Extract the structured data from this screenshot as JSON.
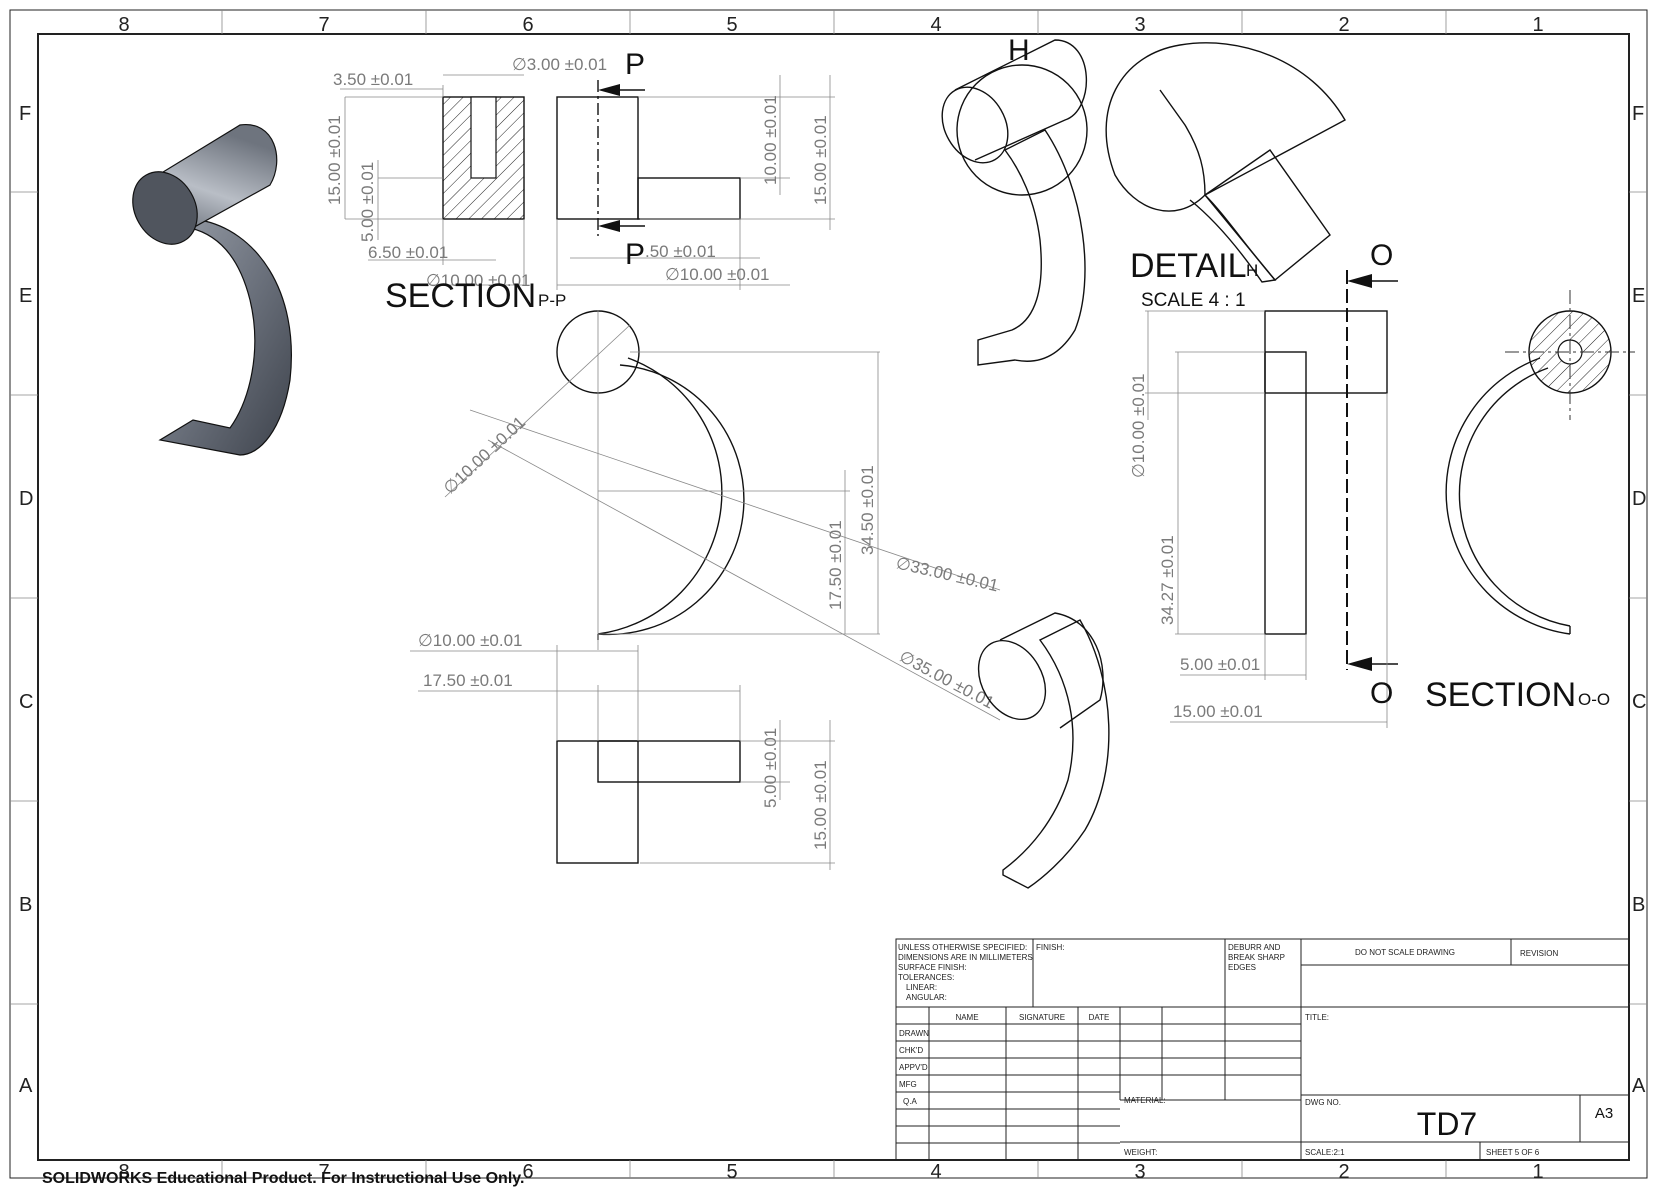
{
  "zones": {
    "columns": [
      "8",
      "7",
      "6",
      "5",
      "4",
      "3",
      "2",
      "1"
    ],
    "rows": [
      "F",
      "E",
      "D",
      "C",
      "B",
      "A"
    ]
  },
  "labels": {
    "section_pp": "SECTION",
    "section_pp_sub": "P-P",
    "detail_h": "DETAIL",
    "detail_h_sub": "H",
    "detail_scale": "SCALE 4 : 1",
    "section_oo": "SECTION",
    "section_oo_sub": "O-O",
    "mark_p": "P",
    "mark_o": "O",
    "mark_h": "H"
  },
  "dimensions": {
    "d1": "3.50 ±0.01",
    "d2": "∅3.00 ±0.01",
    "d3": "15.00 ±0.01",
    "d4": "5.00 ±0.01",
    "d5": "6.50 ±0.01",
    "d6": "∅10.00 ±0.01",
    "d7": "10.00 ±0.01",
    "d8": "15.00 ±0.01",
    "d9": ".50 ±0.01",
    "d10": "∅10.00 ±0.01",
    "d11": "∅10.00 ±0.01",
    "d12": "34.50 ±0.01",
    "d13": "17.50 ±0.01",
    "d14": "∅33.00 ±0.01",
    "d15": "∅35.00 ±0.01",
    "d16": "∅10.00 ±0.01",
    "d17": "17.50 ±0.01",
    "d18": "5.00 ±0.01",
    "d19": "15.00 ±0.01",
    "d20": "∅10.00 ±0.01",
    "d21": "34.27 ±0.01",
    "d22": "5.00 ±0.01",
    "d23": "15.00 ±0.01"
  },
  "title_block": {
    "notes": [
      "UNLESS OTHERWISE SPECIFIED:",
      "DIMENSIONS ARE IN MILLIMETERS",
      "SURFACE FINISH:",
      "TOLERANCES:",
      "LINEAR:",
      "ANGULAR:"
    ],
    "finish": "FINISH:",
    "deburr": [
      "DEBURR AND",
      "BREAK SHARP",
      "EDGES"
    ],
    "do_not_scale": "DO NOT SCALE DRAWING",
    "revision": "REVISION",
    "col_name": "NAME",
    "col_signature": "SIGNATURE",
    "col_date": "DATE",
    "rows": [
      "DRAWN",
      "CHK'D",
      "APPV'D",
      "MFG",
      "Q.A"
    ],
    "title": "TITLE:",
    "material": "MATERIAL:",
    "weight": "WEIGHT:",
    "dwg_no_label": "DWG NO.",
    "dwg_no": "TD7",
    "size": "A3",
    "scale": "SCALE:2:1",
    "sheet": "SHEET 5 OF 6"
  },
  "footer": "SOLIDWORKS Educational Product. For Instructional Use Only.",
  "colors": {
    "line": "#111111",
    "dimension": "#7a7a7a",
    "shade": "#5d6470"
  }
}
